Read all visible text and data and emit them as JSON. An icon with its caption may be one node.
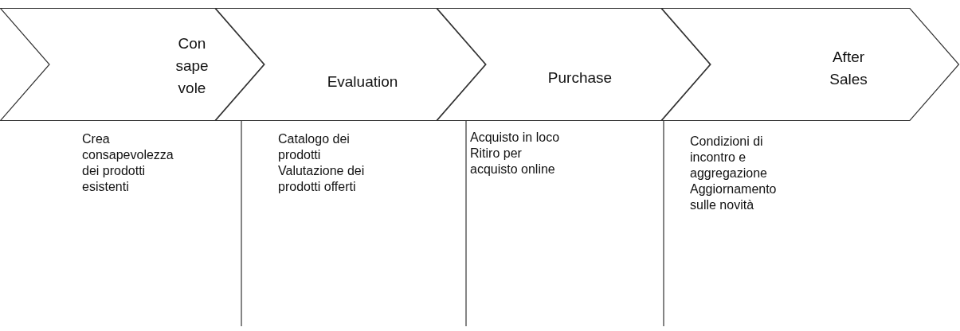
{
  "diagram": {
    "nodes": [
      {
        "text": [
          "Con sape vole"
        ],
        "beside": [
          "Crea consapevolezza dei prodotti esistenti"
        ]
      },
      {
        "text": [
          "Evaluation"
        ],
        "beside": [
          "Catalogo dei prodotti",
          "Valutazione dei prodotti offerti"
        ]
      },
      {
        "text": [
          "Purchase"
        ],
        "beside": [
          "Acquisto in loco",
          "Ritiro per acquisto online"
        ]
      },
      {
        "text": [
          "After Sales"
        ],
        "beside": [
          "Condizioni di incontro e aggregazione",
          "Aggiornamento sulle novità"
        ]
      }
    ]
  }
}
